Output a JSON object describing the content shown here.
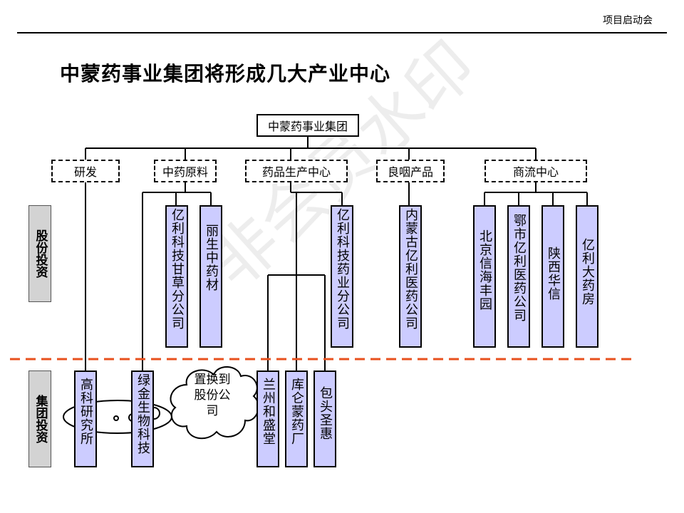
{
  "header": {
    "right_text": "项目启动会"
  },
  "title": "中蒙药事业集团将形成几大产业中心",
  "root": "中蒙药事业集团",
  "centers": [
    "研发",
    "中药原料",
    "药品生产中心",
    "良咽产品",
    "商流中心"
  ],
  "side_labels": {
    "equity": "股份投资",
    "group": "集团投资"
  },
  "equity_units": [
    "亿利科技甘草分公司",
    "丽生中药材",
    "亿利科技药业分公司",
    "内蒙古亿利医药公司",
    "北京信海丰园",
    "鄂市亿利医药公司",
    "陕西华信",
    "亿利大药房"
  ],
  "group_units": [
    "高科研究所",
    "绿金生物科技",
    "兰州和盛堂",
    "库仑蒙药厂",
    "包头圣惠"
  ],
  "cloud_note": "置换到股份公司",
  "colors": {
    "unit_fill": "#ccccff",
    "side_fill": "#d3d3d3",
    "divider": "#e8501e"
  }
}
